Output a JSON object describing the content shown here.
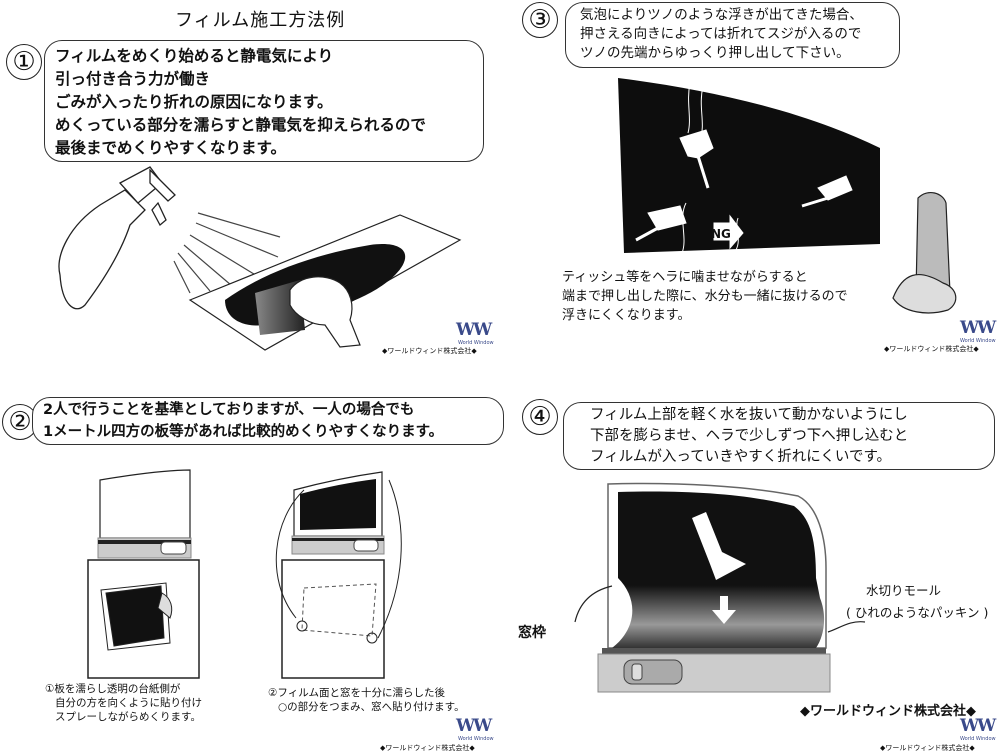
{
  "title": "フィルム施工方法例",
  "sections": {
    "s1": {
      "number": "①",
      "lines": [
        "フィルムをめくり始めると静電気により",
        "引っ付き合う力が働き",
        "ごみが入ったり折れの原因になります。",
        "めくっている部分を濡らすと静電気を抑えられるので",
        "最後までめくりやすくなります。"
      ]
    },
    "s2": {
      "number": "②",
      "lines": [
        "2人で行うことを基準としておりますが、一人の場合でも",
        "1メートル四方の板等があれば比較的めくりやすくなります。"
      ],
      "caption_left": [
        "①板を濡らし透明の台紙側が",
        "自分の方を向くように貼り付け",
        "スプレーしながらめくります。"
      ],
      "caption_right": [
        "②フィルム面と窓を十分に濡らした後",
        "○の部分をつまみ、窓へ貼り付けます。"
      ]
    },
    "s3": {
      "number": "③",
      "lines": [
        "気泡によりツノのような浮きが出てきた場合、",
        "押さえる向きによっては折れてスジが入るので",
        "ツノの先端からゆっくり押し出して下さい。"
      ],
      "ng_label": "NG",
      "tissue_lines": [
        "ティッシュ等をヘラに噛ませながらすると",
        "端まで押し出した際に、水分も一緒に抜けるので",
        "浮きにくくなります。"
      ]
    },
    "s4": {
      "number": "④",
      "lines": [
        "フィルム上部を軽く水を抜いて動かないようにし",
        "下部を膨らませ、ヘラで少しずつ下へ押し込むと",
        "フィルムが入っていきやすく折れにくいです。"
      ],
      "label_frame": "窓枠",
      "label_molding_1": "水切りモール",
      "label_molding_2": "( ひれのようなパッキン )"
    },
    "branding": {
      "logo": "WW",
      "logo_sub": "World Window",
      "company_small": "◆ワールドウィンド株式会社◆",
      "company_large": "◆ワールドウィンド株式会社◆"
    }
  }
}
